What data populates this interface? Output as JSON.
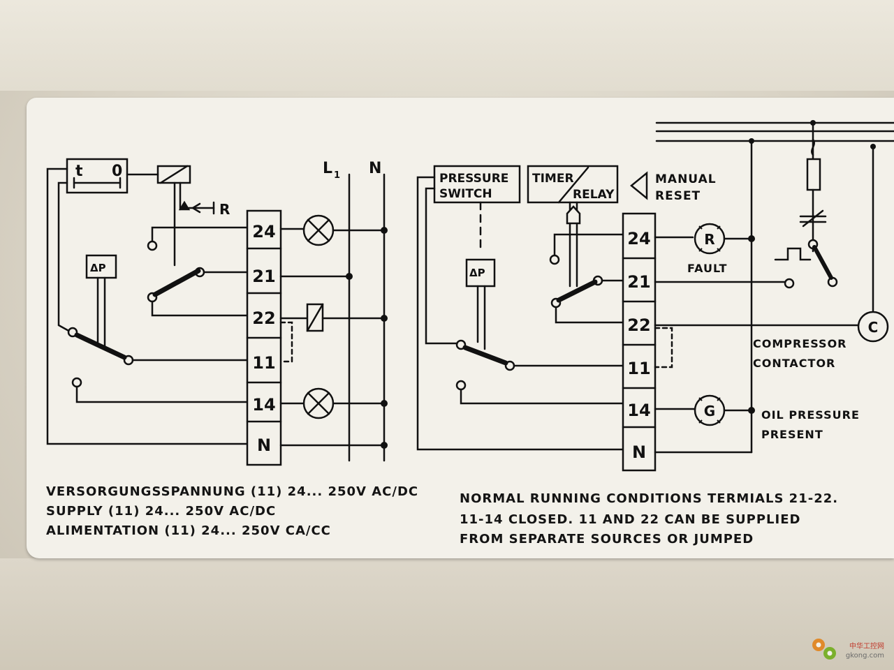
{
  "left_diagram": {
    "timer_t": "t",
    "timer_zero": "0",
    "reset_r": "R",
    "line_l": "L",
    "line_l_sub": "1",
    "line_n": "N",
    "dp_label": "ΔP",
    "terminals": [
      "24",
      "21",
      "22",
      "11",
      "14",
      "N"
    ]
  },
  "right_diagram": {
    "pressure_switch_line1": "PRESSURE",
    "pressure_switch_line2": "SWITCH",
    "timer_relay_line1": "TIMER",
    "timer_relay_line2": "RELAY",
    "manual_reset_line1": "MANUAL",
    "manual_reset_line2": "RESET",
    "dp_label": "ΔP",
    "terminals": [
      "24",
      "21",
      "22",
      "11",
      "14",
      "N"
    ],
    "fault_lamp": "R",
    "fault_label": "FAULT",
    "contactor_coil": "C",
    "compressor_line1": "COMPRESSOR",
    "compressor_line2": "CONTACTOR",
    "oil_lamp": "G",
    "oil_line1": "OIL PRESSURE",
    "oil_line2": "PRESENT"
  },
  "notes_left": [
    "VERSORGUNGSSPANNUNG (11) 24... 250V AC/DC",
    "SUPPLY  (11)  24... 250V AC/DC",
    "ALIMENTATION  (11)  24... 250V CA/CC"
  ],
  "notes_right": [
    "NORMAL RUNNING CONDITIONS TERMIALS 21-22.",
    "11-14 CLOSED. 11 AND 22 CAN BE SUPPLIED",
    "FROM SEPARATE SOURCES OR JUMPED"
  ],
  "watermark": {
    "cn": "中华工控网",
    "url": "gkong.com"
  },
  "colors": {
    "ink": "#111111",
    "sticker": "#f3f1ea",
    "watermark": "#c0392b"
  }
}
